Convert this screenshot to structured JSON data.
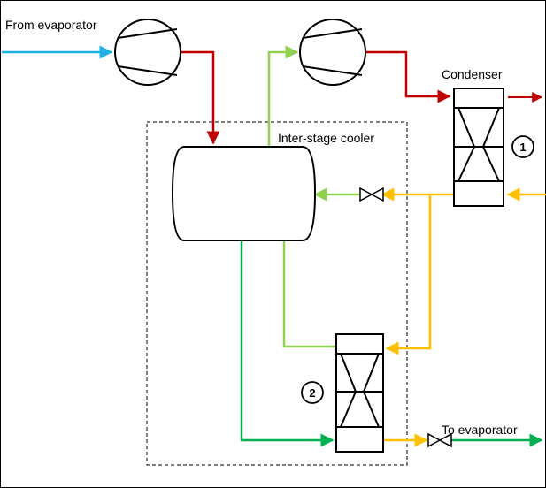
{
  "labels": {
    "from_evaporator": "From evaporator",
    "condenser": "Condenser",
    "inter_stage_cooler": "Inter-stage cooler",
    "to_evaporator": "To evaporator",
    "heat_exchanger_1": "1",
    "heat_exchanger_2": "2"
  },
  "colors": {
    "blue": "#1fb0e6",
    "red": "#c00000",
    "green_light": "#92d050",
    "green_dark": "#00b050",
    "yellow": "#ffc000",
    "black": "#000000"
  },
  "icons": [
    "compressor-icon",
    "compressor-icon",
    "condenser-heat-exchanger-icon",
    "heat-exchanger-icon",
    "expansion-valve-icon",
    "expansion-valve-icon",
    "tank-icon"
  ]
}
